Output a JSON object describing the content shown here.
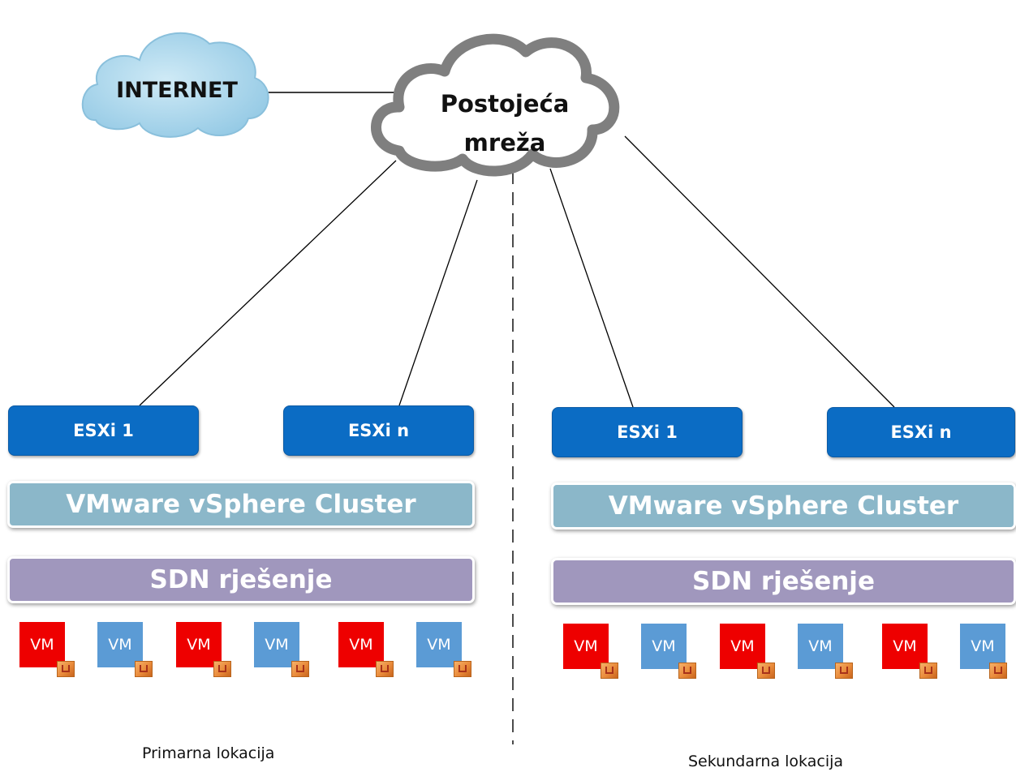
{
  "clouds": {
    "internet": "INTERNET",
    "network_line1": "Postojeća",
    "network_line2": "mreža"
  },
  "primary": {
    "esxi_first": "ESXi 1",
    "esxi_last": "ESXi n",
    "cluster": "VMware vSphere Cluster",
    "sdn": "SDN rješenje",
    "vms": [
      "VM",
      "VM",
      "VM",
      "VM",
      "VM",
      "VM"
    ],
    "location": "Primarna lokacija"
  },
  "secondary": {
    "esxi_first": "ESXi 1",
    "esxi_last": "ESXi n",
    "cluster": "VMware vSphere Cluster",
    "sdn": "SDN rješenje",
    "vms": [
      "VM",
      "VM",
      "VM",
      "VM",
      "VM",
      "VM"
    ],
    "location": "Sekundarna lokacija"
  },
  "colors": {
    "esxi": "#0b6cc4",
    "cluster": "#8bb7c9",
    "sdn": "#a097bd",
    "vm_red": "#ee0000",
    "vm_blue": "#5b9bd5",
    "internet_cloud": "#9ecfe6",
    "network_cloud": "#7f7f7f"
  }
}
